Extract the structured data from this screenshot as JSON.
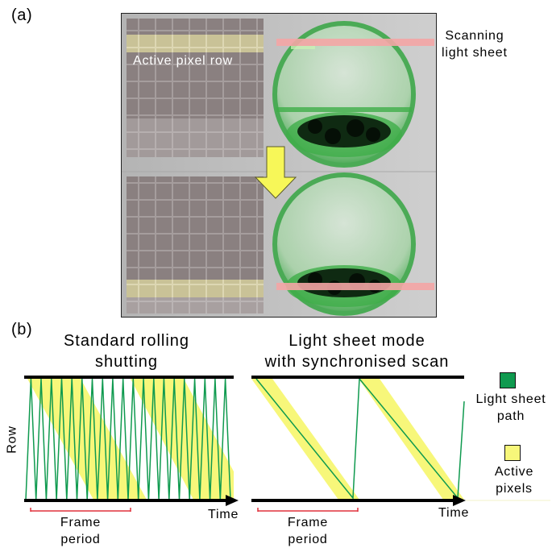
{
  "labels": {
    "panel_a": "(a)",
    "panel_b": "(b)"
  },
  "panel_a": {
    "active_row_label": "Active pixel row",
    "sheet_label_line1": "Scanning",
    "sheet_label_line2": "light sheet"
  },
  "panel_b": {
    "left_title_line1": "Standard rolling",
    "left_title_line2": "shutting",
    "right_title_line1": "Light sheet mode",
    "right_title_line2": "with synchronised scan",
    "y_axis_label": "Row",
    "x_axis_label": "Time",
    "frame_label_line1": "Frame",
    "frame_label_line2": "period",
    "legend": [
      {
        "label_line1": "Light sheet",
        "label_line2": "path",
        "color": "#0f9a4f"
      },
      {
        "label_line1": "Active",
        "label_line2": "pixels",
        "color": "#f7f77a"
      }
    ]
  },
  "colors": {
    "light_sheet_path": "#0f9a4f",
    "active_pixels": "#f7f77a",
    "frame_bracket": "#e0303b",
    "sheet_band": "#f4a5a5",
    "arrow": "#f7f758",
    "embryo": "#5fbf5f"
  }
}
